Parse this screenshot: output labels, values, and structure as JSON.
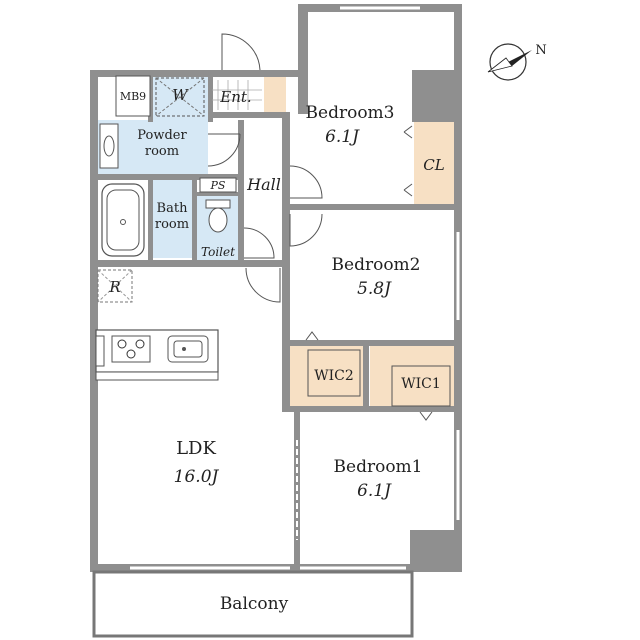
{
  "rooms": {
    "bedroom3": {
      "name": "Bedroom3",
      "size": "6.1J"
    },
    "bedroom2": {
      "name": "Bedroom2",
      "size": "5.8J"
    },
    "bedroom1": {
      "name": "Bedroom1",
      "size": "6.1J"
    },
    "ldk": {
      "name": "LDK",
      "size": "16.0J"
    },
    "closet": "CL",
    "wic1": "WIC1",
    "wic2": "WIC2",
    "hall": "Hall",
    "entrance": "Ent.",
    "powder_room": "Powder room",
    "powder_room_line1": "Powder",
    "powder_room_line2": "room",
    "bath_room_line1": "Bath",
    "bath_room_line2": "room",
    "toilet": "Toilet",
    "pipe_space": "PS",
    "meter_box": "MB9",
    "washer": "W",
    "refrigerator": "R",
    "balcony": "Balcony"
  },
  "compass": {
    "label": "N"
  },
  "colors": {
    "wall": "#8f8f8f",
    "wet_area": "#d6e8f5",
    "storage": "#f7e0c4",
    "floor": "#ffffff"
  }
}
